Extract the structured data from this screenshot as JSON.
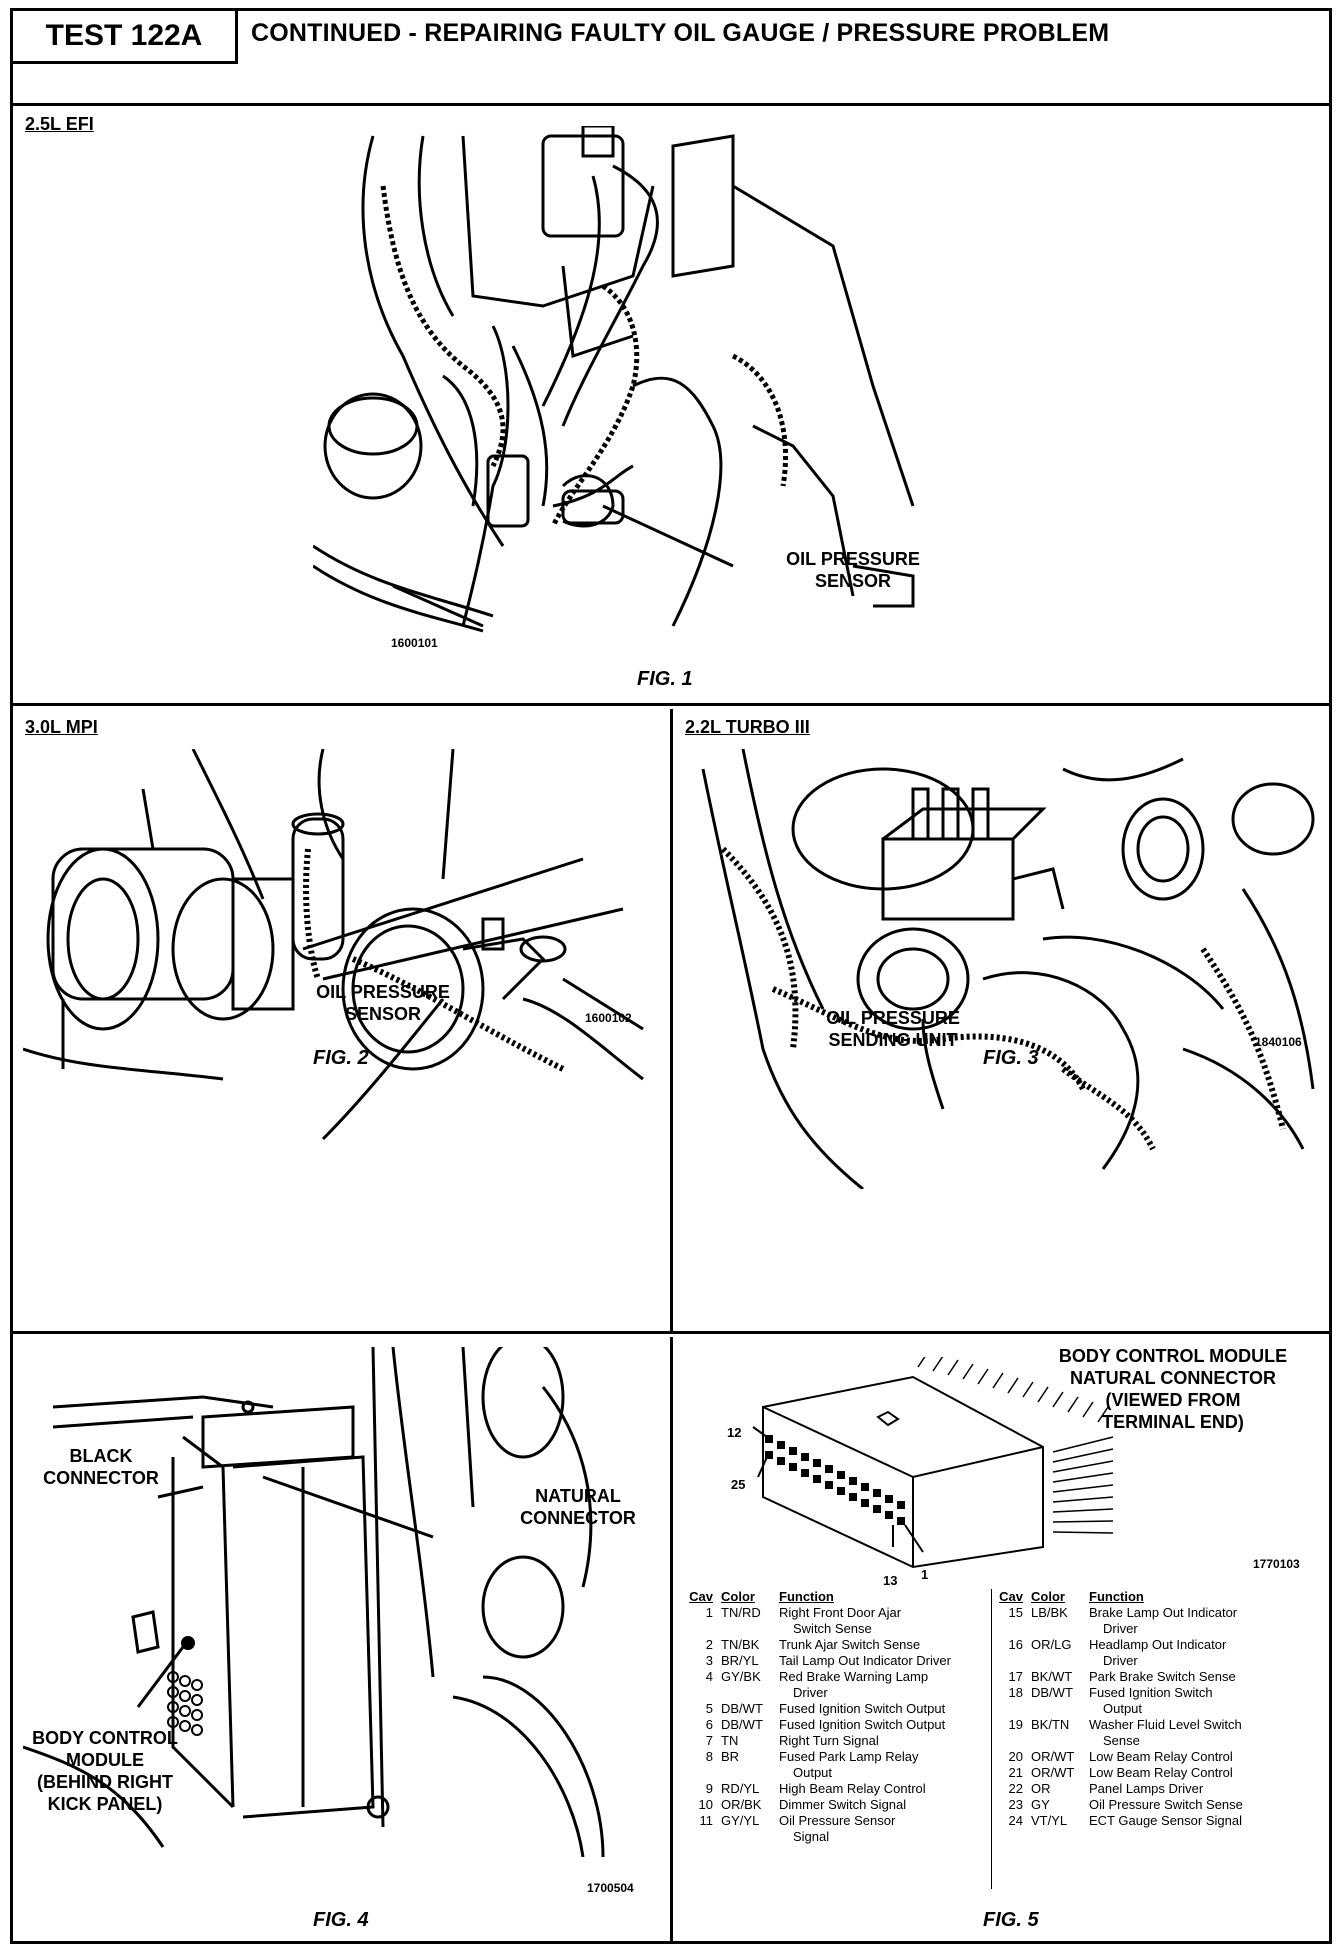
{
  "header": {
    "test_id": "TEST 122A",
    "title": "CONTINUED - REPAIRING FAULTY OIL GAUGE / PRESSURE PROBLEM"
  },
  "fig1": {
    "section": "2.5L EFI",
    "callout_line1": "OIL PRESSURE",
    "callout_line2": "SENSOR",
    "image_no": "1600101",
    "caption": "FIG. 1"
  },
  "fig2": {
    "section": "3.0L MPI",
    "callout_line1": "OIL PRESSURE",
    "callout_line2": "SENSOR",
    "image_no": "1600102",
    "caption": "FIG. 2"
  },
  "fig3": {
    "section": "2.2L TURBO III",
    "callout_line1": "OIL PRESSURE",
    "callout_line2": "SENDING UNIT",
    "image_no": "1840106",
    "caption": "FIG. 3"
  },
  "fig4": {
    "black_line1": "BLACK",
    "black_line2": "CONNECTOR",
    "natural_line1": "NATURAL",
    "natural_line2": "CONNECTOR",
    "bcm_line1": "BODY CONTROL",
    "bcm_line2": "MODULE",
    "bcm_line3": "(BEHIND RIGHT",
    "bcm_line4": "KICK PANEL)",
    "image_no": "1700504",
    "caption": "FIG. 4"
  },
  "fig5": {
    "title_line1": "BODY CONTROL MODULE",
    "title_line2": "NATURAL CONNECTOR",
    "title_line3": "(VIEWED FROM",
    "title_line4": "TERMINAL END)",
    "pin_12": "12",
    "pin_25": "25",
    "pin_13": "13",
    "pin_1": "1",
    "image_no": "1770103",
    "caption": "FIG. 5",
    "table_headers": {
      "cav": "Cav",
      "color": "Color",
      "function": "Function"
    },
    "left_rows": [
      {
        "cav": "1",
        "color": "TN/RD",
        "function": "Right Front Door Ajar",
        "function2": "Switch Sense"
      },
      {
        "cav": "2",
        "color": "TN/BK",
        "function": "Trunk Ajar Switch Sense",
        "function2": ""
      },
      {
        "cav": "3",
        "color": "BR/YL",
        "function": "Tail Lamp Out Indicator Driver",
        "function2": ""
      },
      {
        "cav": "4",
        "color": "GY/BK",
        "function": "Red Brake Warning Lamp",
        "function2": "Driver"
      },
      {
        "cav": "5",
        "color": "DB/WT",
        "function": "Fused Ignition Switch Output",
        "function2": ""
      },
      {
        "cav": "6",
        "color": "DB/WT",
        "function": "Fused Ignition Switch Output",
        "function2": ""
      },
      {
        "cav": "7",
        "color": "TN",
        "function": "Right Turn Signal",
        "function2": ""
      },
      {
        "cav": "8",
        "color": "BR",
        "function": "Fused Park Lamp Relay",
        "function2": "Output"
      },
      {
        "cav": "9",
        "color": "RD/YL",
        "function": "High Beam Relay Control",
        "function2": ""
      },
      {
        "cav": "10",
        "color": "OR/BK",
        "function": "Dimmer Switch Signal",
        "function2": ""
      },
      {
        "cav": "11",
        "color": "GY/YL",
        "function": "Oil Pressure Sensor",
        "function2": "Signal"
      }
    ],
    "right_rows": [
      {
        "cav": "15",
        "color": "LB/BK",
        "function": "Brake Lamp Out Indicator",
        "function2": "Driver"
      },
      {
        "cav": "16",
        "color": "OR/LG",
        "function": "Headlamp Out Indicator",
        "function2": "Driver"
      },
      {
        "cav": "17",
        "color": "BK/WT",
        "function": "Park Brake Switch Sense",
        "function2": ""
      },
      {
        "cav": "18",
        "color": "DB/WT",
        "function": "Fused Ignition Switch",
        "function2": "Output"
      },
      {
        "cav": "19",
        "color": "BK/TN",
        "function": "Washer Fluid Level Switch",
        "function2": "Sense"
      },
      {
        "cav": "20",
        "color": "OR/WT",
        "function": "Low Beam Relay Control",
        "function2": ""
      },
      {
        "cav": "21",
        "color": "OR/WT",
        "function": "Low Beam Relay Control",
        "function2": ""
      },
      {
        "cav": "22",
        "color": "OR",
        "function": "Panel Lamps Driver",
        "function2": ""
      },
      {
        "cav": "23",
        "color": "GY",
        "function": "Oil Pressure Switch Sense",
        "function2": ""
      },
      {
        "cav": "24",
        "color": "VT/YL",
        "function": "ECT Gauge Sensor Signal",
        "function2": ""
      }
    ]
  }
}
